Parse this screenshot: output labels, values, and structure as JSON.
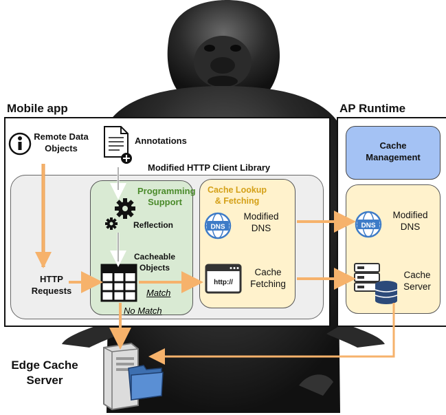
{
  "mobile_app": {
    "title": "Mobile app",
    "remote_data_objects": "Remote Data\nObjects",
    "annotations": "Annotations",
    "library_title": "Modified HTTP Client Library",
    "programming_support": "Programming\nSupport",
    "reflection": "Reflection",
    "cacheable_objects": "Cacheable\nObjects",
    "http_requests": "HTTP\nRequests",
    "match": "Match",
    "no_match": "No Match",
    "cache_lookup_title": "Cache Lookup\n& Fetching",
    "modified_dns": "Modified\nDNS",
    "cache_fetching": "Cache\nFetching",
    "dns_icon_text": "DNS",
    "http_icon_text": "http://"
  },
  "ap_runtime": {
    "title": "AP Runtime",
    "cache_management": "Cache\nManagement",
    "modified_dns": "Modified\nDNS",
    "cache_server": "Cache\nServer",
    "dns_icon_text": "DNS"
  },
  "edge": {
    "label": "Edge Cache\nServer"
  },
  "colors": {
    "green_panel": "#d9ead3",
    "green_text": "#4a8a2a",
    "yellow_panel": "#fff2cc",
    "yellow_text": "#d4a017",
    "blue_box": "#a4c2f4",
    "arrow": "#f6b26b",
    "dns_blue": "#3d7bc7",
    "lib_gray": "#eeeeee"
  }
}
